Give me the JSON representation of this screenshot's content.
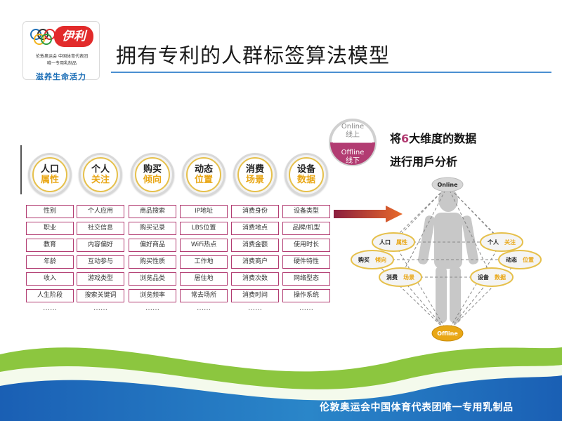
{
  "header": {
    "title": "拥有专利的人群标签算法模型",
    "logo": {
      "brand": "伊利",
      "line1": "伦敦奥运会 中国体育代表团",
      "line2": "唯一专用乳制品",
      "slogan": "滋养生命活力"
    }
  },
  "online_offline": {
    "online": "Online",
    "online_cn": "线上",
    "offline": "Offline",
    "offline_cn": "线下"
  },
  "side_text": {
    "line1_pre": "将",
    "line1_num": "6",
    "line1_post": "大维度的数据",
    "line2": "进行用戶分析"
  },
  "dimensions": [
    {
      "top": "人口",
      "bottom": "属性",
      "tags": [
        "性别",
        "职业",
        "教育",
        "年龄",
        "收入",
        "人生阶段"
      ],
      "more": "……"
    },
    {
      "top": "个人",
      "bottom": "关注",
      "tags": [
        "个人应用",
        "社交信息",
        "内容偏好",
        "互动参与",
        "游戏类型",
        "搜索关键词"
      ],
      "more": "……"
    },
    {
      "top": "购买",
      "bottom": "倾向",
      "tags": [
        "商品搜索",
        "购买记录",
        "偏好商品",
        "购买性质",
        "浏览品类",
        "浏览频率"
      ],
      "more": "……"
    },
    {
      "top": "动态",
      "bottom": "位置",
      "tags": [
        "IP地址",
        "LBS位置",
        "WiFi热点",
        "工作地",
        "居住地",
        "常去场所"
      ],
      "more": "……"
    },
    {
      "top": "消费",
      "bottom": "场景",
      "tags": [
        "消费身份",
        "消费地点",
        "消费金额",
        "消费商户",
        "消费次数",
        "消费时间"
      ],
      "more": "……"
    },
    {
      "top": "设备",
      "bottom": "数据",
      "tags": [
        "设备类型",
        "品牌/机型",
        "使用时长",
        "硬件特性",
        "网络型态",
        "操作系统"
      ],
      "more": "……"
    }
  ],
  "diagram": {
    "top_node": "Online",
    "bottom_node": "Offline",
    "nodes": [
      {
        "t": "人口",
        "b": "属性"
      },
      {
        "t": "个人",
        "b": "关注"
      },
      {
        "t": "购买",
        "b": "倾向"
      },
      {
        "t": "动态",
        "b": "位置"
      },
      {
        "t": "消费",
        "b": "场景"
      },
      {
        "t": "设备",
        "b": "数据"
      }
    ]
  },
  "footer": {
    "text": "伦敦奥运会中国体育代表团唯一专用乳制品"
  },
  "colors": {
    "accent_magenta": "#b23c72",
    "accent_gold": "#e9a716",
    "title_rule_blue": "#4a8fd1",
    "footer_blue": "#1a5fb4",
    "footer_green": "#8cc63f"
  }
}
